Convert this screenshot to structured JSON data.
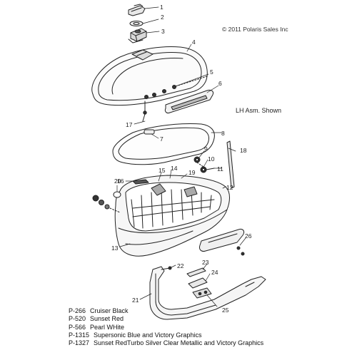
{
  "copyright": "© 2011 Polaris Sales Inc",
  "assembly_note": "LH Asm. Shown",
  "callouts": [
    "1",
    "2",
    "3",
    "4",
    "5",
    "6",
    "7",
    "8",
    "9",
    "10",
    "11",
    "12",
    "13",
    "14",
    "15",
    "16",
    "17",
    "18",
    "19",
    "20",
    "21",
    "22",
    "23",
    "24",
    "25",
    "26"
  ],
  "legend": [
    {
      "code": "P-266",
      "desc": "Cruiser Black"
    },
    {
      "code": "P-520",
      "desc": "Sunset Red"
    },
    {
      "code": "P-566",
      "desc": "Pearl WHite"
    },
    {
      "code": "P-1315",
      "desc": "Supersonic Blue and Victory Graphics"
    },
    {
      "code": "P-1327",
      "desc": "Sunset RedTurbo Silver Clear Metallic and Victory Graphics"
    }
  ]
}
